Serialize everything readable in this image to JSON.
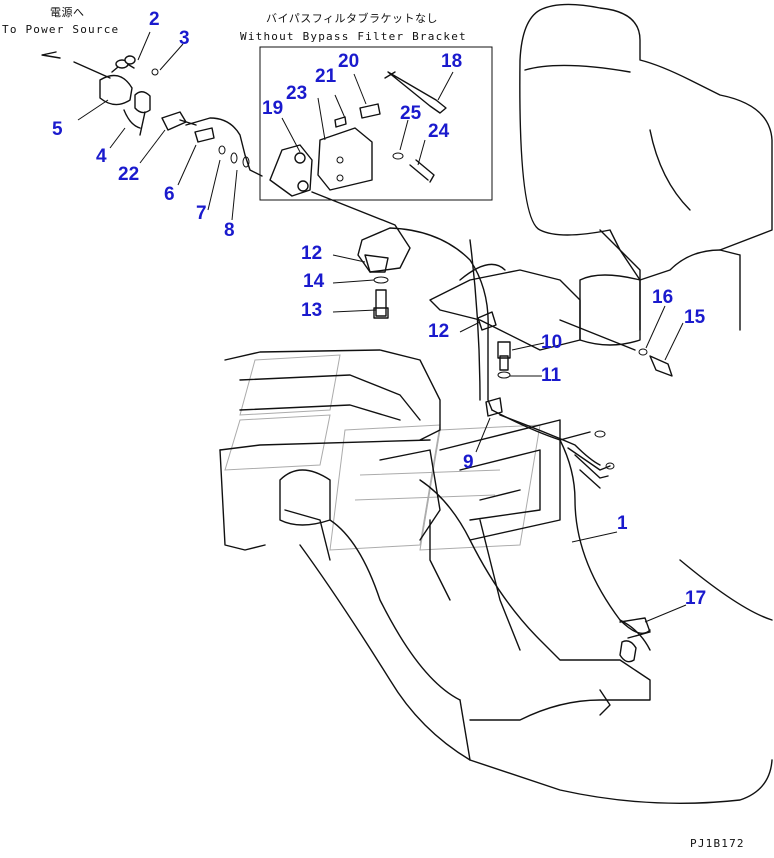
{
  "callouts": {
    "c1": "1",
    "c2": "2",
    "c3": "3",
    "c4": "4",
    "c5": "5",
    "c6": "6",
    "c7": "7",
    "c8": "8",
    "c9": "9",
    "c10": "10",
    "c11": "11",
    "c12a": "12",
    "c12b": "12",
    "c13": "13",
    "c14": "14",
    "c15": "15",
    "c16": "16",
    "c17": "17",
    "c18": "18",
    "c19": "19",
    "c20": "20",
    "c21": "21",
    "c22": "22",
    "c23": "23",
    "c24": "24",
    "c25": "25"
  },
  "notes": {
    "power_jp": "電源へ",
    "power_en": "To Power Source",
    "bypass_jp": "バイパスフィルタブラケットなし",
    "bypass_en": "Without Bypass Filter Bracket"
  },
  "drawing_code": "PJ1B172",
  "colors": {
    "callout": "#1a1acd",
    "line": "#111111"
  }
}
